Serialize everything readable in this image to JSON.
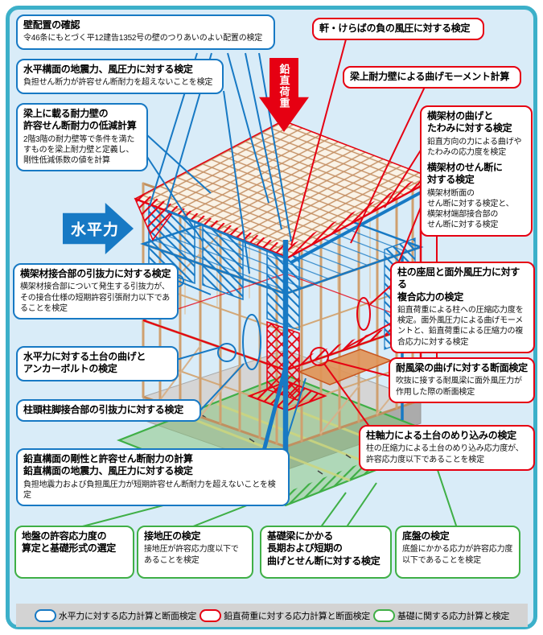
{
  "palette": {
    "horizontal_check": "#1779c4",
    "vertical_check": "#e60012",
    "foundation_check": "#3faf46",
    "frame_border": "#3cb0c9",
    "background": "#d9ecf8",
    "timber": "#cfa06f"
  },
  "arrows": {
    "horizontal_label": "水平力",
    "vertical_label": "鉛直荷重"
  },
  "blue_boxes": [
    {
      "title": "壁配置の確認",
      "body": "令46条にもとづく平12建告1352号の壁のつりあいのよい配置の検定"
    },
    {
      "title": "水平構面の地震力、風圧力に対する検定",
      "body": "負担せん断力が許容せん断耐力を超えないことを検定"
    },
    {
      "title": "梁上に載る耐力壁の\n許容せん断耐力の低減計算",
      "body": "2階3階の耐力壁等で条件を満たすものを梁上耐力壁と定義し、剛性低減係数の値を計算"
    },
    {
      "title": "横架材接合部の引抜力に対する検定",
      "body": "横架材接合部について発生する引抜力が、その接合仕様の短期許容引張耐力以下であることを検定"
    },
    {
      "title": "水平力に対する土台の曲げと\nアンカーボルトの検定"
    },
    {
      "title": "柱頭柱脚接合部の引抜力に対する検定"
    },
    {
      "title": "鉛直構面の剛性と許容せん断耐力の計算",
      "title2": "鉛直構面の地震力、風圧力に対する検定",
      "body": "負担地震力および負担風圧力が短期許容せん断耐力を超えないことを検定"
    }
  ],
  "red_boxes": [
    {
      "title": "軒・けらばの負の風圧に対する検定"
    },
    {
      "title": "梁上耐力壁による曲げモーメント計算"
    },
    {
      "title": "横架材の曲げと\nたわみに対する検定",
      "body": "鉛直方向の力による曲げや\nたわみの応力度を検定",
      "title2": "横架材のせん断に\n対する検定",
      "body2": "横架材断面の\nせん断に対する検定と、\n横架材端部接合部の\nせん断に対する検定"
    },
    {
      "title": "柱の座屈と面外風圧力に対する\n複合応力の検定",
      "body": "鉛直荷重による柱への圧縮応力度を検定。面外風圧力による曲げモーメントと、鉛直荷重による圧縮力の複合応力に対する検定"
    },
    {
      "title": "耐風梁の曲げに対する断面検定",
      "body": "吹抜に接する耐風梁に面外風圧力が作用した際の断面検定"
    },
    {
      "title": "柱軸力による土台のめり込みの検定",
      "body": "柱の圧縮力による土台のめり込み応力度が、許容応力度以下であることを検定"
    }
  ],
  "green_boxes": [
    {
      "title": "地盤の許容応力度の\n算定と基礎形式の選定"
    },
    {
      "title": "接地圧の検定",
      "body": "接地圧が許容応力度以下であることを検定"
    },
    {
      "title": "基礎梁にかかる\n長期および短期の\n曲げとせん断に対する検定"
    },
    {
      "title": "底盤の検定",
      "body": "底盤にかかる応力が許容応力度以下であることを検定"
    }
  ],
  "legend": {
    "items": [
      {
        "label": "水平力に対する応力計算と断面検定",
        "color": "#1779c4"
      },
      {
        "label": "鉛直荷重に対する応力計算と断面検定",
        "color": "#e60012"
      },
      {
        "label": "基礎に関する応力計算と検定",
        "color": "#3faf46"
      }
    ]
  }
}
